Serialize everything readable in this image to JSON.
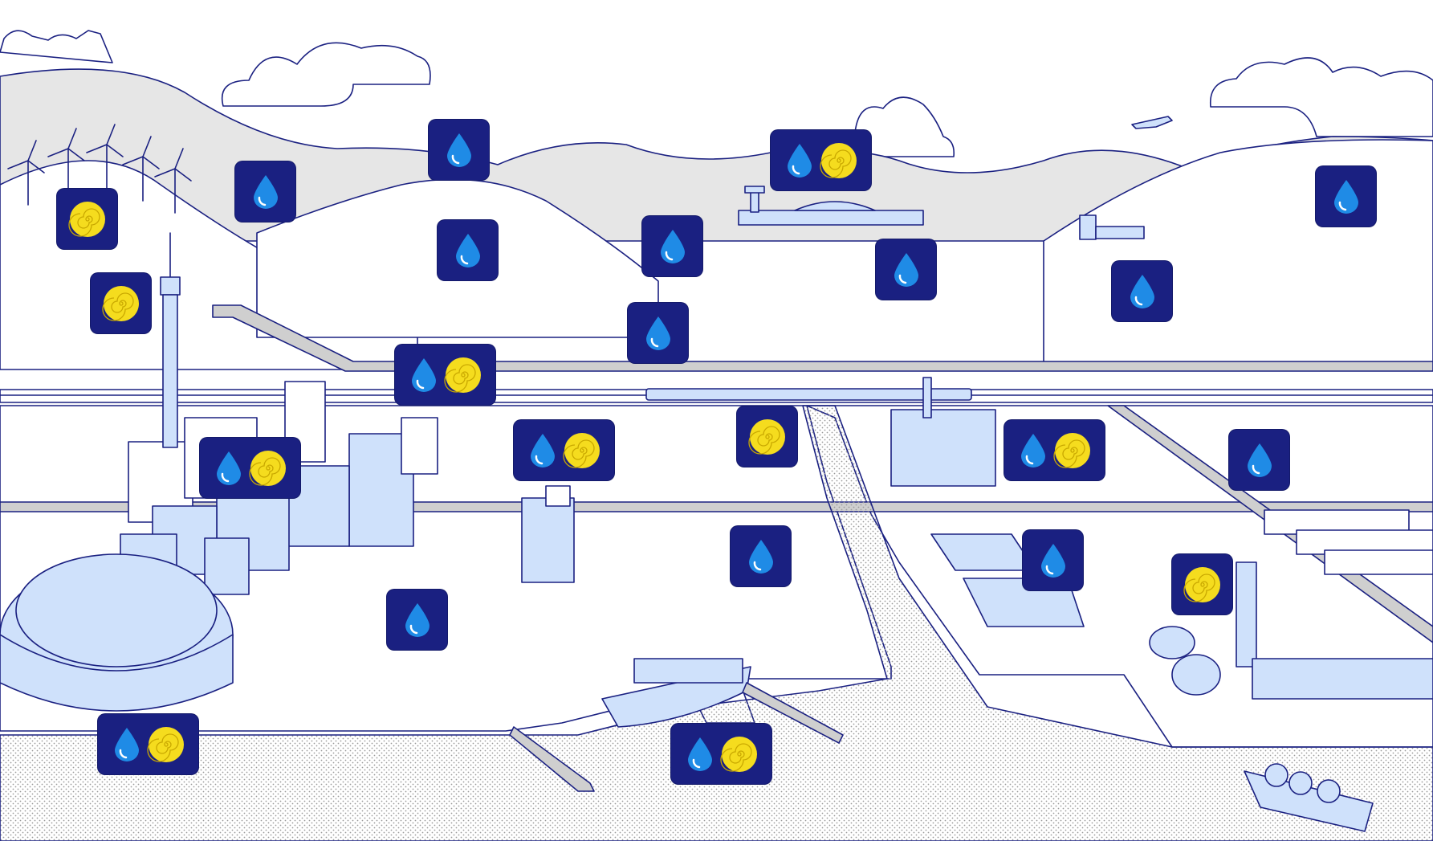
{
  "map": {
    "colors": {
      "outline": "#1a2081",
      "marker_bg": "#1a2081",
      "land_fill": "#ffffff",
      "hill_fill": "#e6e6e6",
      "building_fill": "#cfe1fb",
      "road_fill": "#cfcfcf",
      "water_dots": "#9a9a9a",
      "water_icon": "#1f8be6",
      "solar_icon": "#f5dc1e"
    },
    "icon_legend": {
      "water": "water-drop-icon",
      "energy": "sun-spiral-icon"
    },
    "markers": [
      {
        "id": "wind-farm-energy",
        "icons": [
          "energy"
        ]
      },
      {
        "id": "tower-energy",
        "icons": [
          "energy"
        ]
      },
      {
        "id": "reservoir-water",
        "icons": [
          "water"
        ]
      },
      {
        "id": "hilltop-water",
        "icons": [
          "water"
        ]
      },
      {
        "id": "village-water",
        "icons": [
          "water"
        ]
      },
      {
        "id": "greenhouse-water",
        "icons": [
          "water"
        ]
      },
      {
        "id": "airport-water-energy",
        "icons": [
          "water",
          "energy"
        ]
      },
      {
        "id": "factory-hill-water-energy",
        "icons": [
          "water",
          "energy"
        ]
      },
      {
        "id": "station-water",
        "icons": [
          "water"
        ]
      },
      {
        "id": "apartments-water",
        "icons": [
          "water"
        ]
      },
      {
        "id": "houses-water",
        "icons": [
          "water"
        ]
      },
      {
        "id": "orchard-water",
        "icons": [
          "water"
        ]
      },
      {
        "id": "downtown-water-energy",
        "icons": [
          "water",
          "energy"
        ]
      },
      {
        "id": "hospital-water-energy",
        "icons": [
          "water",
          "energy"
        ]
      },
      {
        "id": "river-energy",
        "icons": [
          "energy"
        ]
      },
      {
        "id": "plant-water-energy",
        "icons": [
          "water",
          "energy"
        ]
      },
      {
        "id": "farm-water",
        "icons": [
          "water"
        ]
      },
      {
        "id": "park-water",
        "icons": [
          "water"
        ]
      },
      {
        "id": "warehouse-water",
        "icons": [
          "water"
        ]
      },
      {
        "id": "treatment-water",
        "icons": [
          "water"
        ]
      },
      {
        "id": "refinery-energy",
        "icons": [
          "energy"
        ]
      },
      {
        "id": "stadium-water-energy",
        "icons": [
          "water",
          "energy"
        ]
      },
      {
        "id": "port-water-energy",
        "icons": [
          "water",
          "energy"
        ]
      }
    ]
  }
}
